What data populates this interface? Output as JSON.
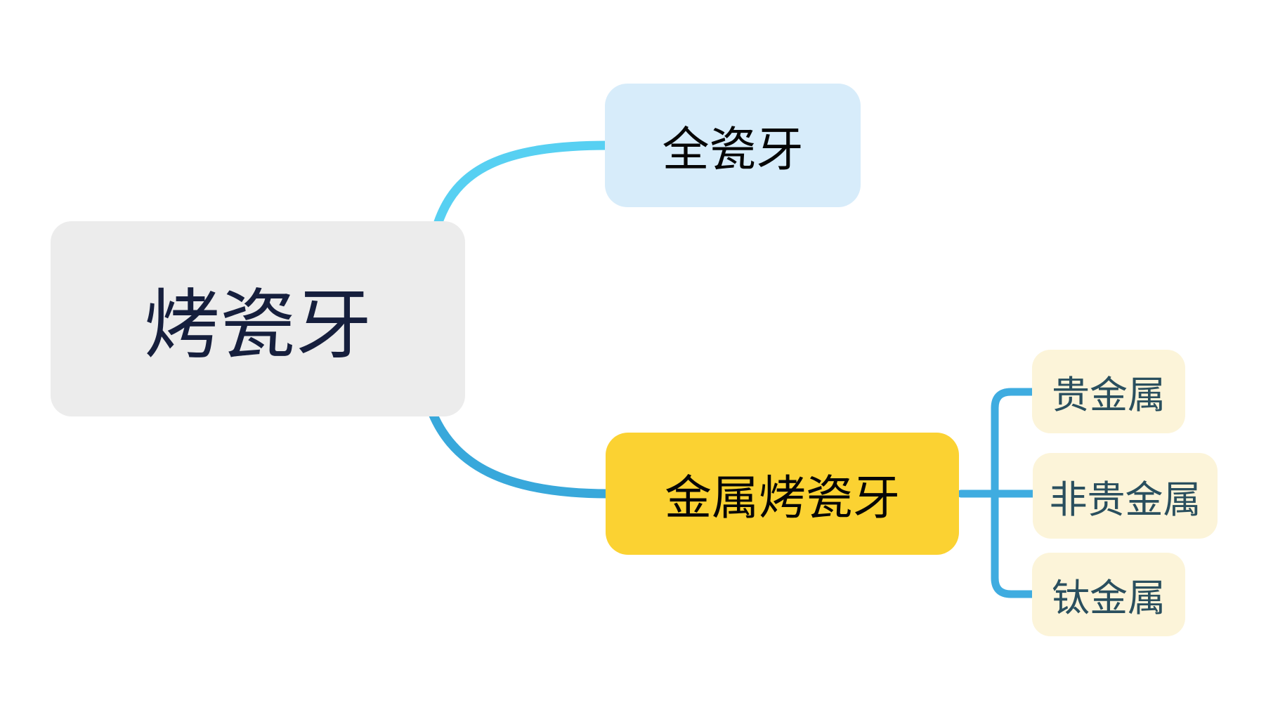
{
  "mindmap": {
    "root": {
      "label": "烤瓷牙"
    },
    "branches": [
      {
        "id": "all-ceramic",
        "label": "全瓷牙"
      },
      {
        "id": "metal-ceramic",
        "label": "金属烤瓷牙",
        "children": [
          {
            "id": "precious-metal",
            "label": "贵金属"
          },
          {
            "id": "non-precious-metal",
            "label": "非贵金属"
          },
          {
            "id": "titanium-metal",
            "label": "钛金属"
          }
        ]
      }
    ]
  },
  "theme": {
    "canvas-bg": "#FFFFFF",
    "root-bg": "#ECECEC",
    "root-text": "#161F3D",
    "ceramic-bg": "#D7ECFA",
    "ceramic-text": "#060606",
    "metal-bg": "#FBD232",
    "metal-text": "#060606",
    "leaf-bg": "#FCF4D9",
    "leaf-text": "#2A4F5E",
    "edge-top": "#57D0F2",
    "edge-bottom": "#38A8DB",
    "edge-bracket": "#3FACE0"
  }
}
